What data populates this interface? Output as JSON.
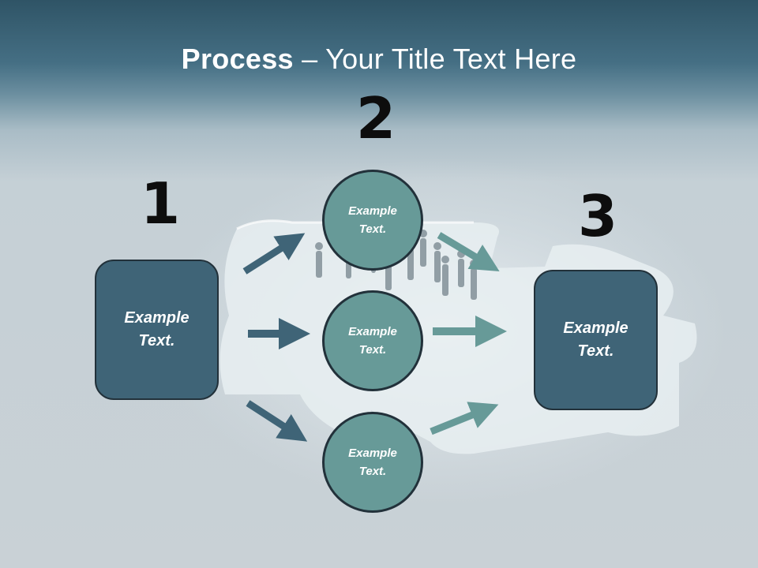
{
  "title": {
    "bold": "Process",
    "rest": " – Your Title Text Here"
  },
  "steps": {
    "one": "1",
    "two": "2",
    "three": "3"
  },
  "left_box": {
    "text": "Example\nText."
  },
  "right_box": {
    "text": "Example\nText."
  },
  "circles": [
    {
      "text": "Example\nText."
    },
    {
      "text": "Example\nText."
    },
    {
      "text": "Example\nText."
    }
  ],
  "colors": {
    "box_fill": "#3f6477",
    "circle_fill": "#679a98",
    "arrow_dark": "#3f6477",
    "arrow_teal": "#679a98",
    "outline": "#22313a"
  }
}
